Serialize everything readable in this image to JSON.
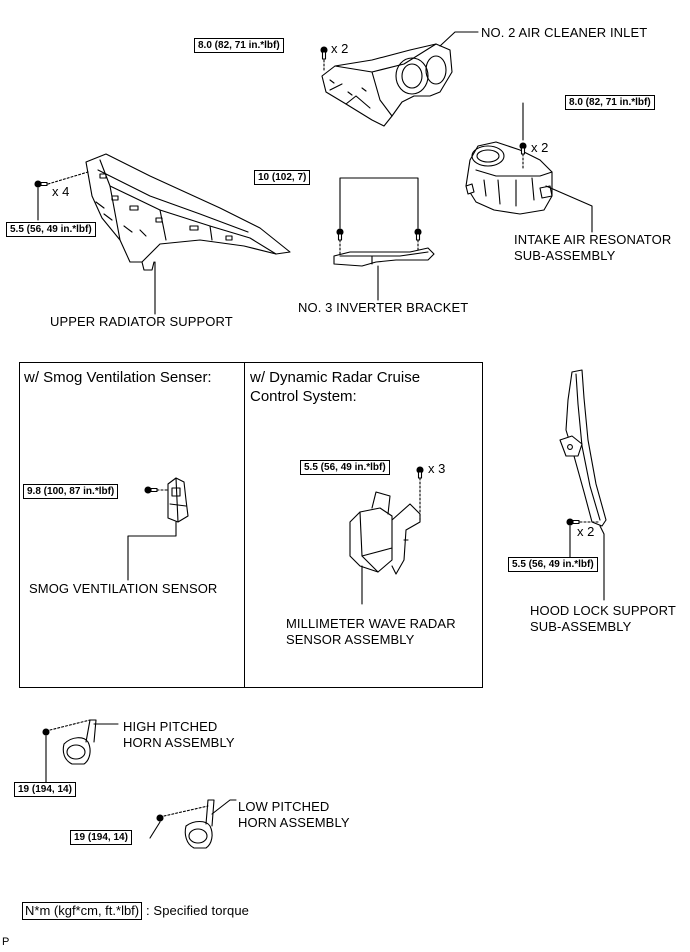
{
  "parts": {
    "no2_air_cleaner_inlet": "NO. 2 AIR CLEANER INLET",
    "intake_air_resonator": [
      "INTAKE AIR RESONATOR",
      "SUB-ASSEMBLY"
    ],
    "upper_radiator_support": "UPPER RADIATOR SUPPORT",
    "no3_inverter_bracket": "NO. 3 INVERTER BRACKET",
    "smog_ventilation_sensor": "SMOG VENTILATION SENSOR",
    "millimeter_wave_radar": [
      "MILLIMETER WAVE RADAR",
      "SENSOR ASSEMBLY"
    ],
    "hood_lock_support": [
      "HOOD LOCK SUPPORT",
      "SUB-ASSEMBLY"
    ],
    "high_pitched_horn": [
      "HIGH PITCHED",
      "HORN ASSEMBLY"
    ],
    "low_pitched_horn": [
      "LOW PITCHED",
      "HORN ASSEMBLY"
    ]
  },
  "torques": {
    "air_cleaner_inlet": "8.0 (82, 71 in.*lbf)",
    "intake_resonator": "8.0 (82, 71 in.*lbf)",
    "radiator_support": "5.5 (56, 49 in.*lbf)",
    "inverter_bracket": "10 (102, 7)",
    "smog_sensor": "9.8 (100, 87 in.*lbf)",
    "radar_sensor": "5.5 (56, 49 in.*lbf)",
    "hood_lock": "5.5 (56, 49 in.*lbf)",
    "high_horn": "19 (194, 14)",
    "low_horn": "19 (194, 14)"
  },
  "quantities": {
    "air_cleaner_inlet": "x 2",
    "intake_resonator": "x 2",
    "radiator_support": "x 4",
    "radar_sensor": "x 3",
    "hood_lock": "x 2"
  },
  "panels": {
    "smog_title": "w/ Smog Ventilation Senser:",
    "radar_title": [
      "w/ Dynamic Radar Cruise",
      "Control System:"
    ]
  },
  "legend": {
    "unit": "N*m (kgf*cm, ft.*lbf)",
    "text": ": Specified torque"
  },
  "corner_mark": "P"
}
